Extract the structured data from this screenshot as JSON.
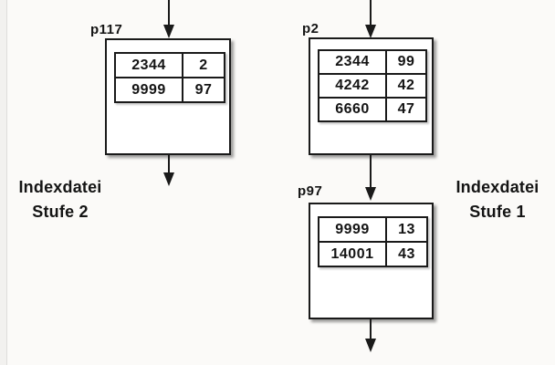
{
  "colors": {
    "background": "#fbfaf8",
    "line": "#1a1a1a",
    "box_fill": "#ffffff"
  },
  "side_labels": {
    "level2": {
      "line1": "Indexdatei",
      "line2": "Stufe 2"
    },
    "level1": {
      "line1": "Indexdatei",
      "line2": "Stufe 1"
    }
  },
  "nodes": [
    {
      "label": "p117",
      "rows": [
        [
          "2344",
          "2"
        ],
        [
          "9999",
          "97"
        ]
      ]
    },
    {
      "label": "p2",
      "rows": [
        [
          "2344",
          "99"
        ],
        [
          "4242",
          "42"
        ],
        [
          "6660",
          "47"
        ]
      ]
    },
    {
      "label": "p97",
      "rows": [
        [
          "9999",
          "13"
        ],
        [
          "14001",
          "43"
        ]
      ]
    }
  ]
}
